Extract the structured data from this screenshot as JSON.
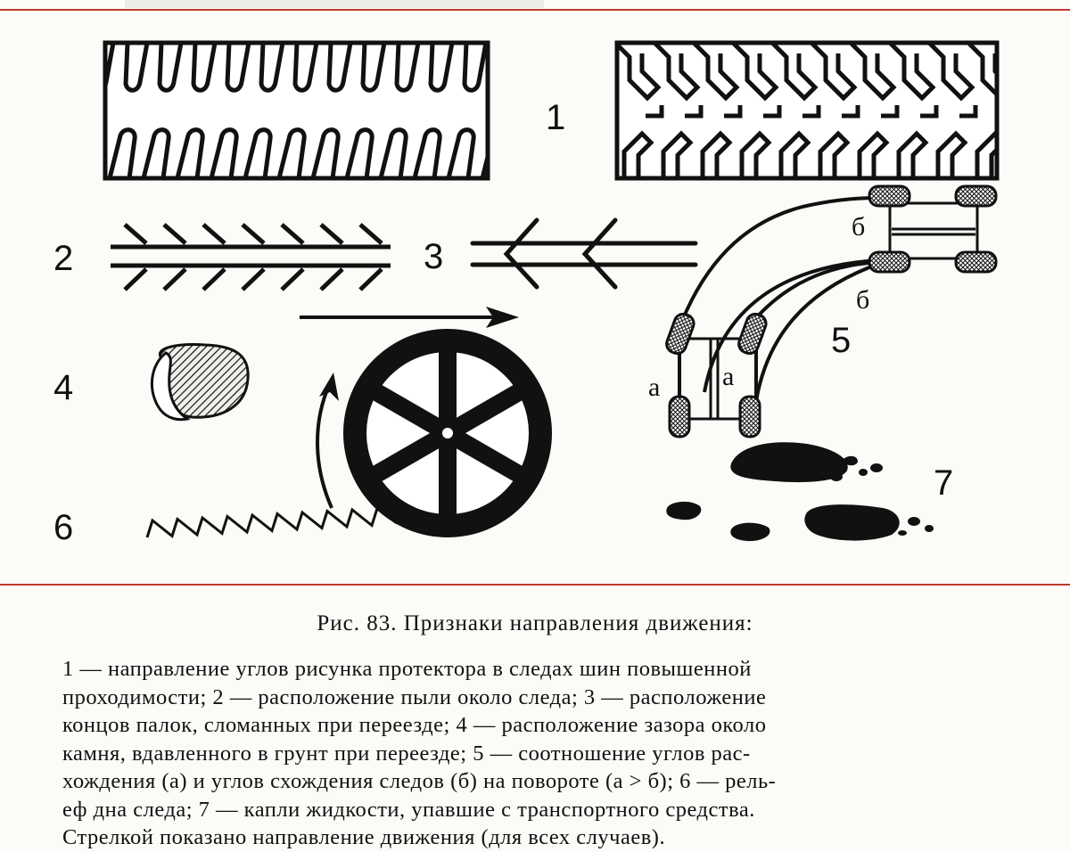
{
  "figure": {
    "labels": {
      "n1": "1",
      "n2": "2",
      "n3": "3",
      "n4": "4",
      "n5": "5",
      "n6": "6",
      "n7": "7",
      "a1": "а",
      "a2": "а",
      "b1": "б",
      "b2": "б"
    }
  },
  "caption": {
    "title": "Рис. 83. Признаки направления движения:",
    "lines": [
      "1 — направление углов рисунка протектора в следах шин повышенной",
      "проходимости; 2 — расположение пыли около следа; 3 — расположение",
      "концов палок, сломанных при переезде; 4 — расположение зазора около",
      "камня, вдавленного в грунт при переезде; 5 — соотношение углов рас-",
      "хождения (а) и углов схождения следов (б) на повороте (а > б); 6 — рель-",
      "еф дна следа; 7 — капли жидкости, упавшие с транспортного средства.",
      "Стрелкой показано направление движения (для всех случаев)."
    ]
  },
  "colors": {
    "rule": "#c0392b",
    "ink": "#111111",
    "paper": "#fbfbf8"
  }
}
